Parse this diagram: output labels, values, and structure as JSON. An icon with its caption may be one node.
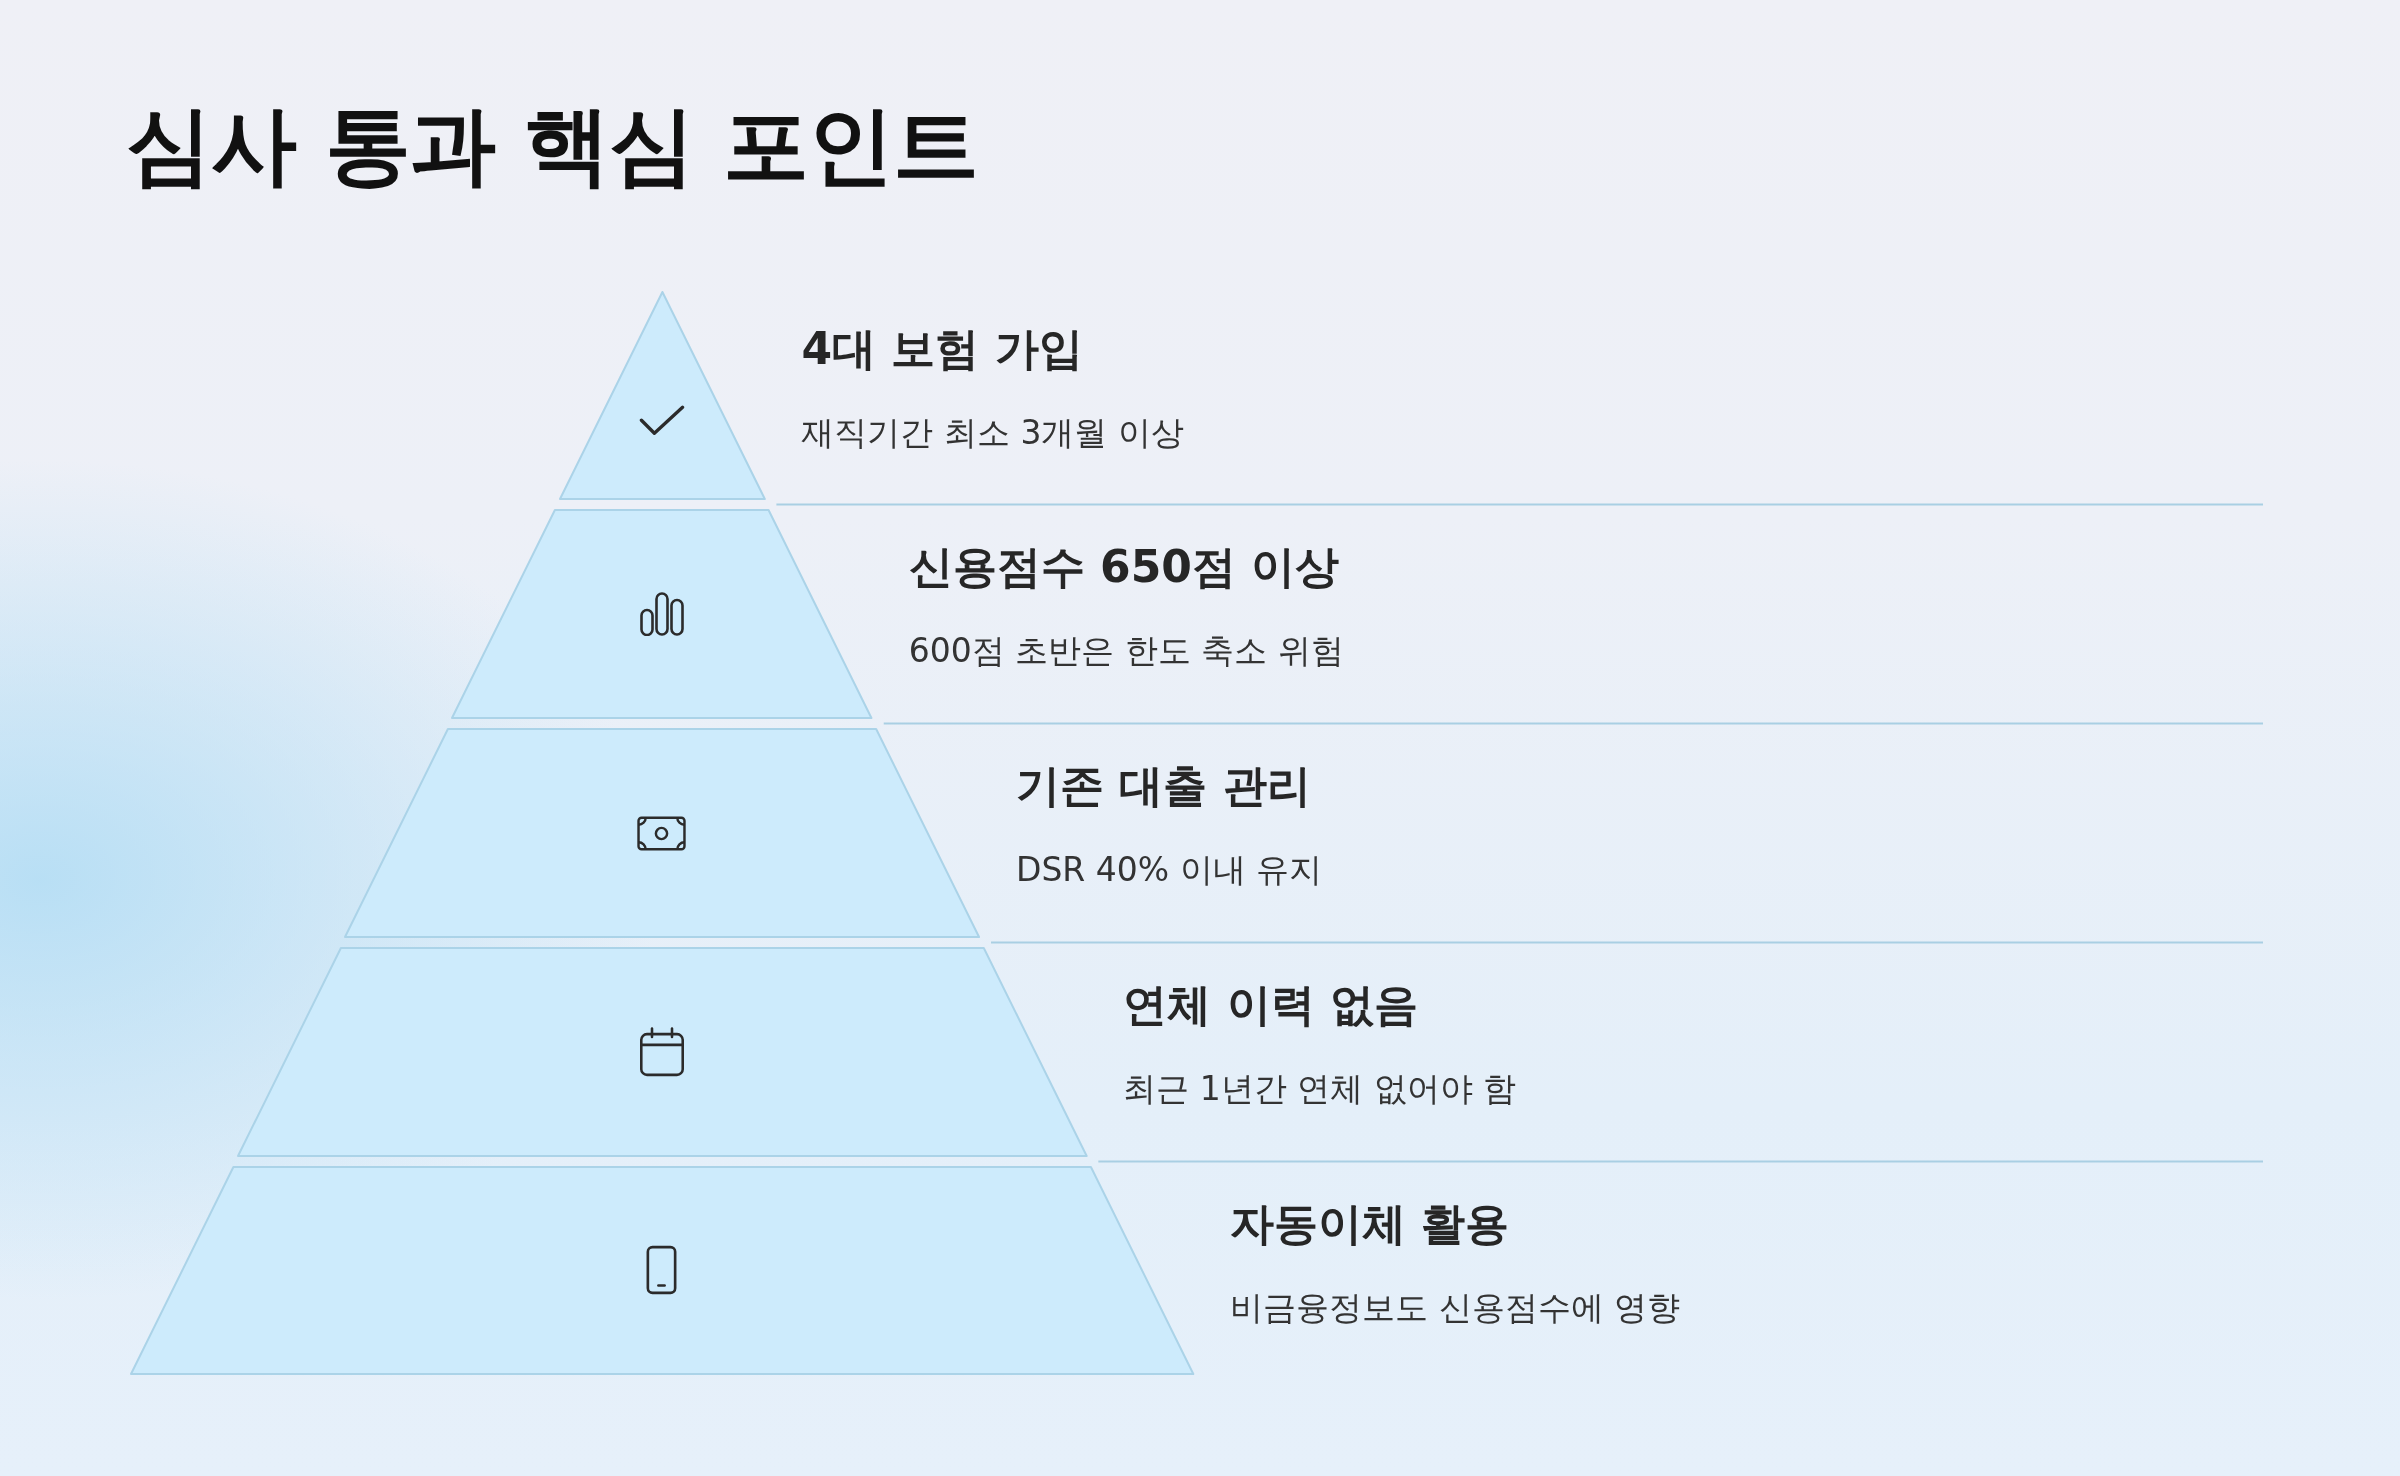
{
  "diagram": {
    "title": "심사 통과 핵심 포인트",
    "nodes": [
      {
        "text": [],
        "shape": "triangle",
        "beside": [
          "4대 보험 가입",
          "재직기간 최소 3개월 이상"
        ]
      },
      {
        "text": [],
        "shape": "trapezoid",
        "beside": [
          "신용점수 650점 이상",
          "600점 초반은 한도 축소 위험"
        ]
      },
      {
        "text": [],
        "shape": "trapezoid",
        "beside": [
          "기존 대출 관리",
          "DSR 40% 이내 유지"
        ]
      },
      {
        "text": [],
        "shape": "trapezoid",
        "beside": [
          "연체 이력 없음",
          "최근 1년간 연체 없어야 함"
        ]
      },
      {
        "text": [],
        "shape": "trapezoid",
        "beside": [
          "자동이체 활용",
          "비금융정보도 신용점수에 영향"
        ]
      }
    ]
  }
}
